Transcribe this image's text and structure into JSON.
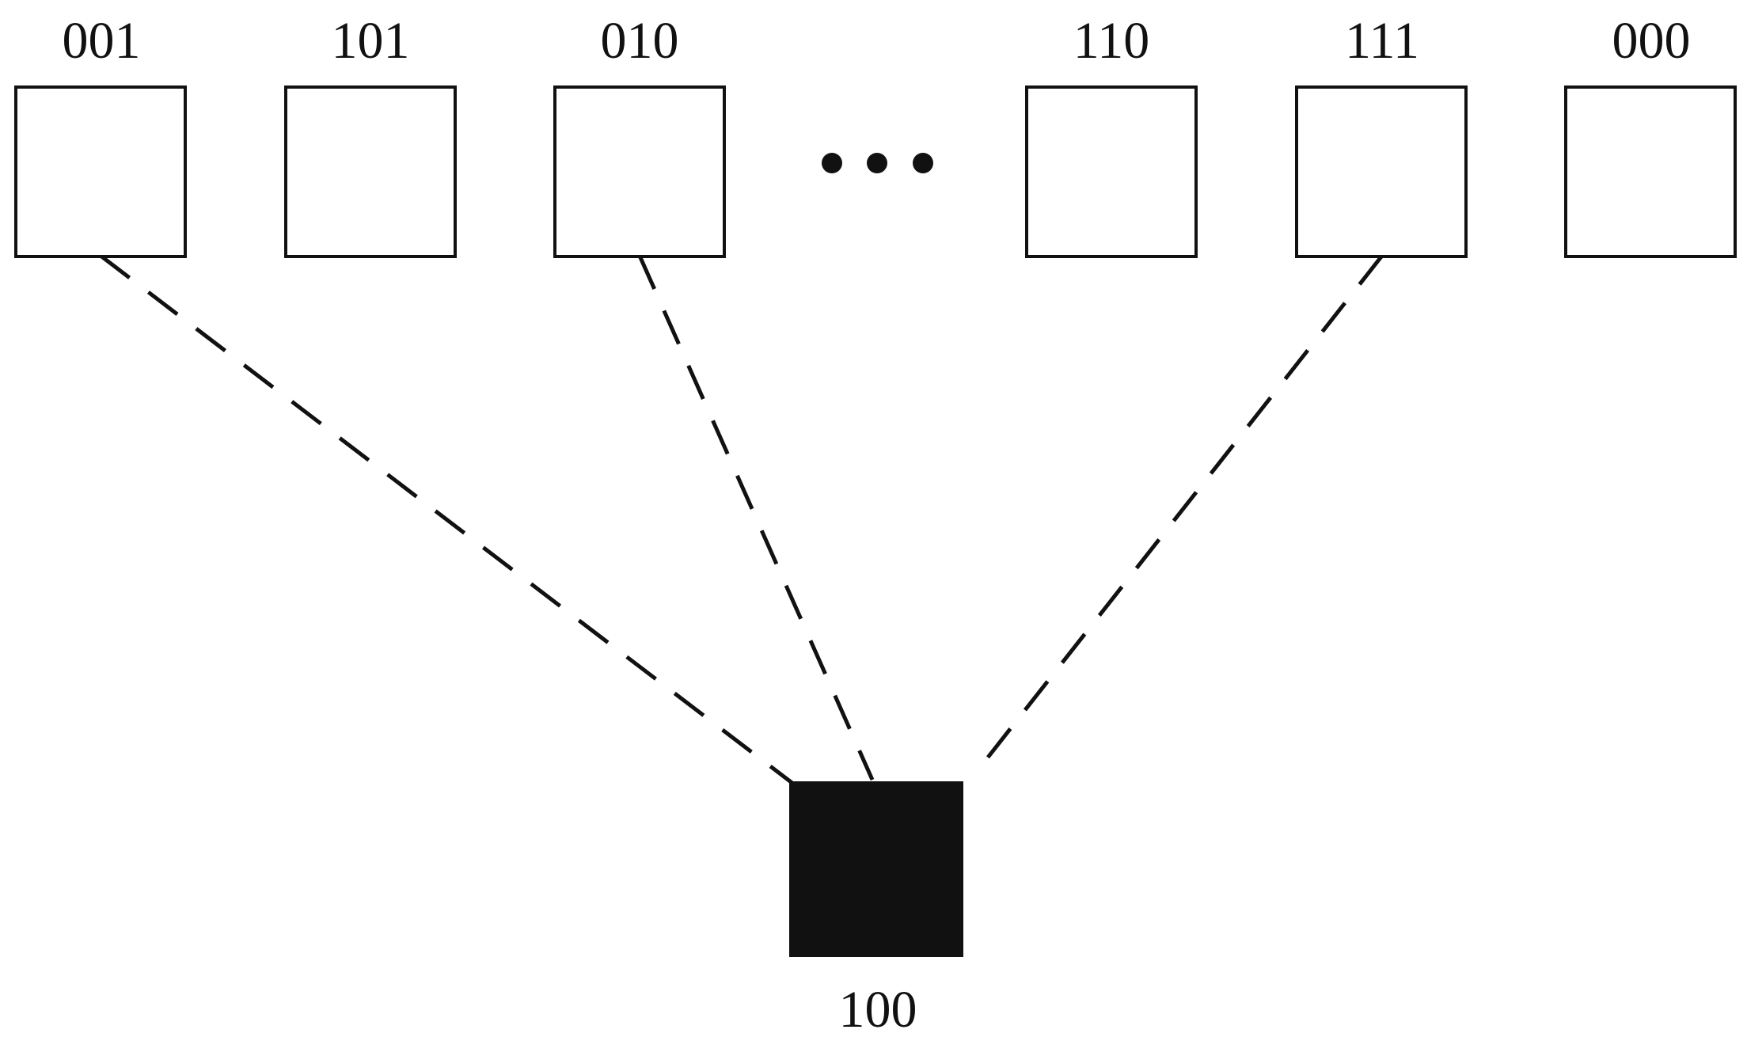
{
  "diagram": {
    "top_nodes": [
      {
        "label": "001",
        "connected": true
      },
      {
        "label": "101",
        "connected": false
      },
      {
        "label": "010",
        "connected": true
      },
      {
        "label": "110",
        "connected": false
      },
      {
        "label": "111",
        "connected": true
      },
      {
        "label": "000",
        "connected": false
      }
    ],
    "ellipsis": "•••",
    "center_node": {
      "label": "100",
      "filled": true
    },
    "colors": {
      "stroke": "#111111",
      "fill": "#111111",
      "background": "#ffffff"
    }
  }
}
